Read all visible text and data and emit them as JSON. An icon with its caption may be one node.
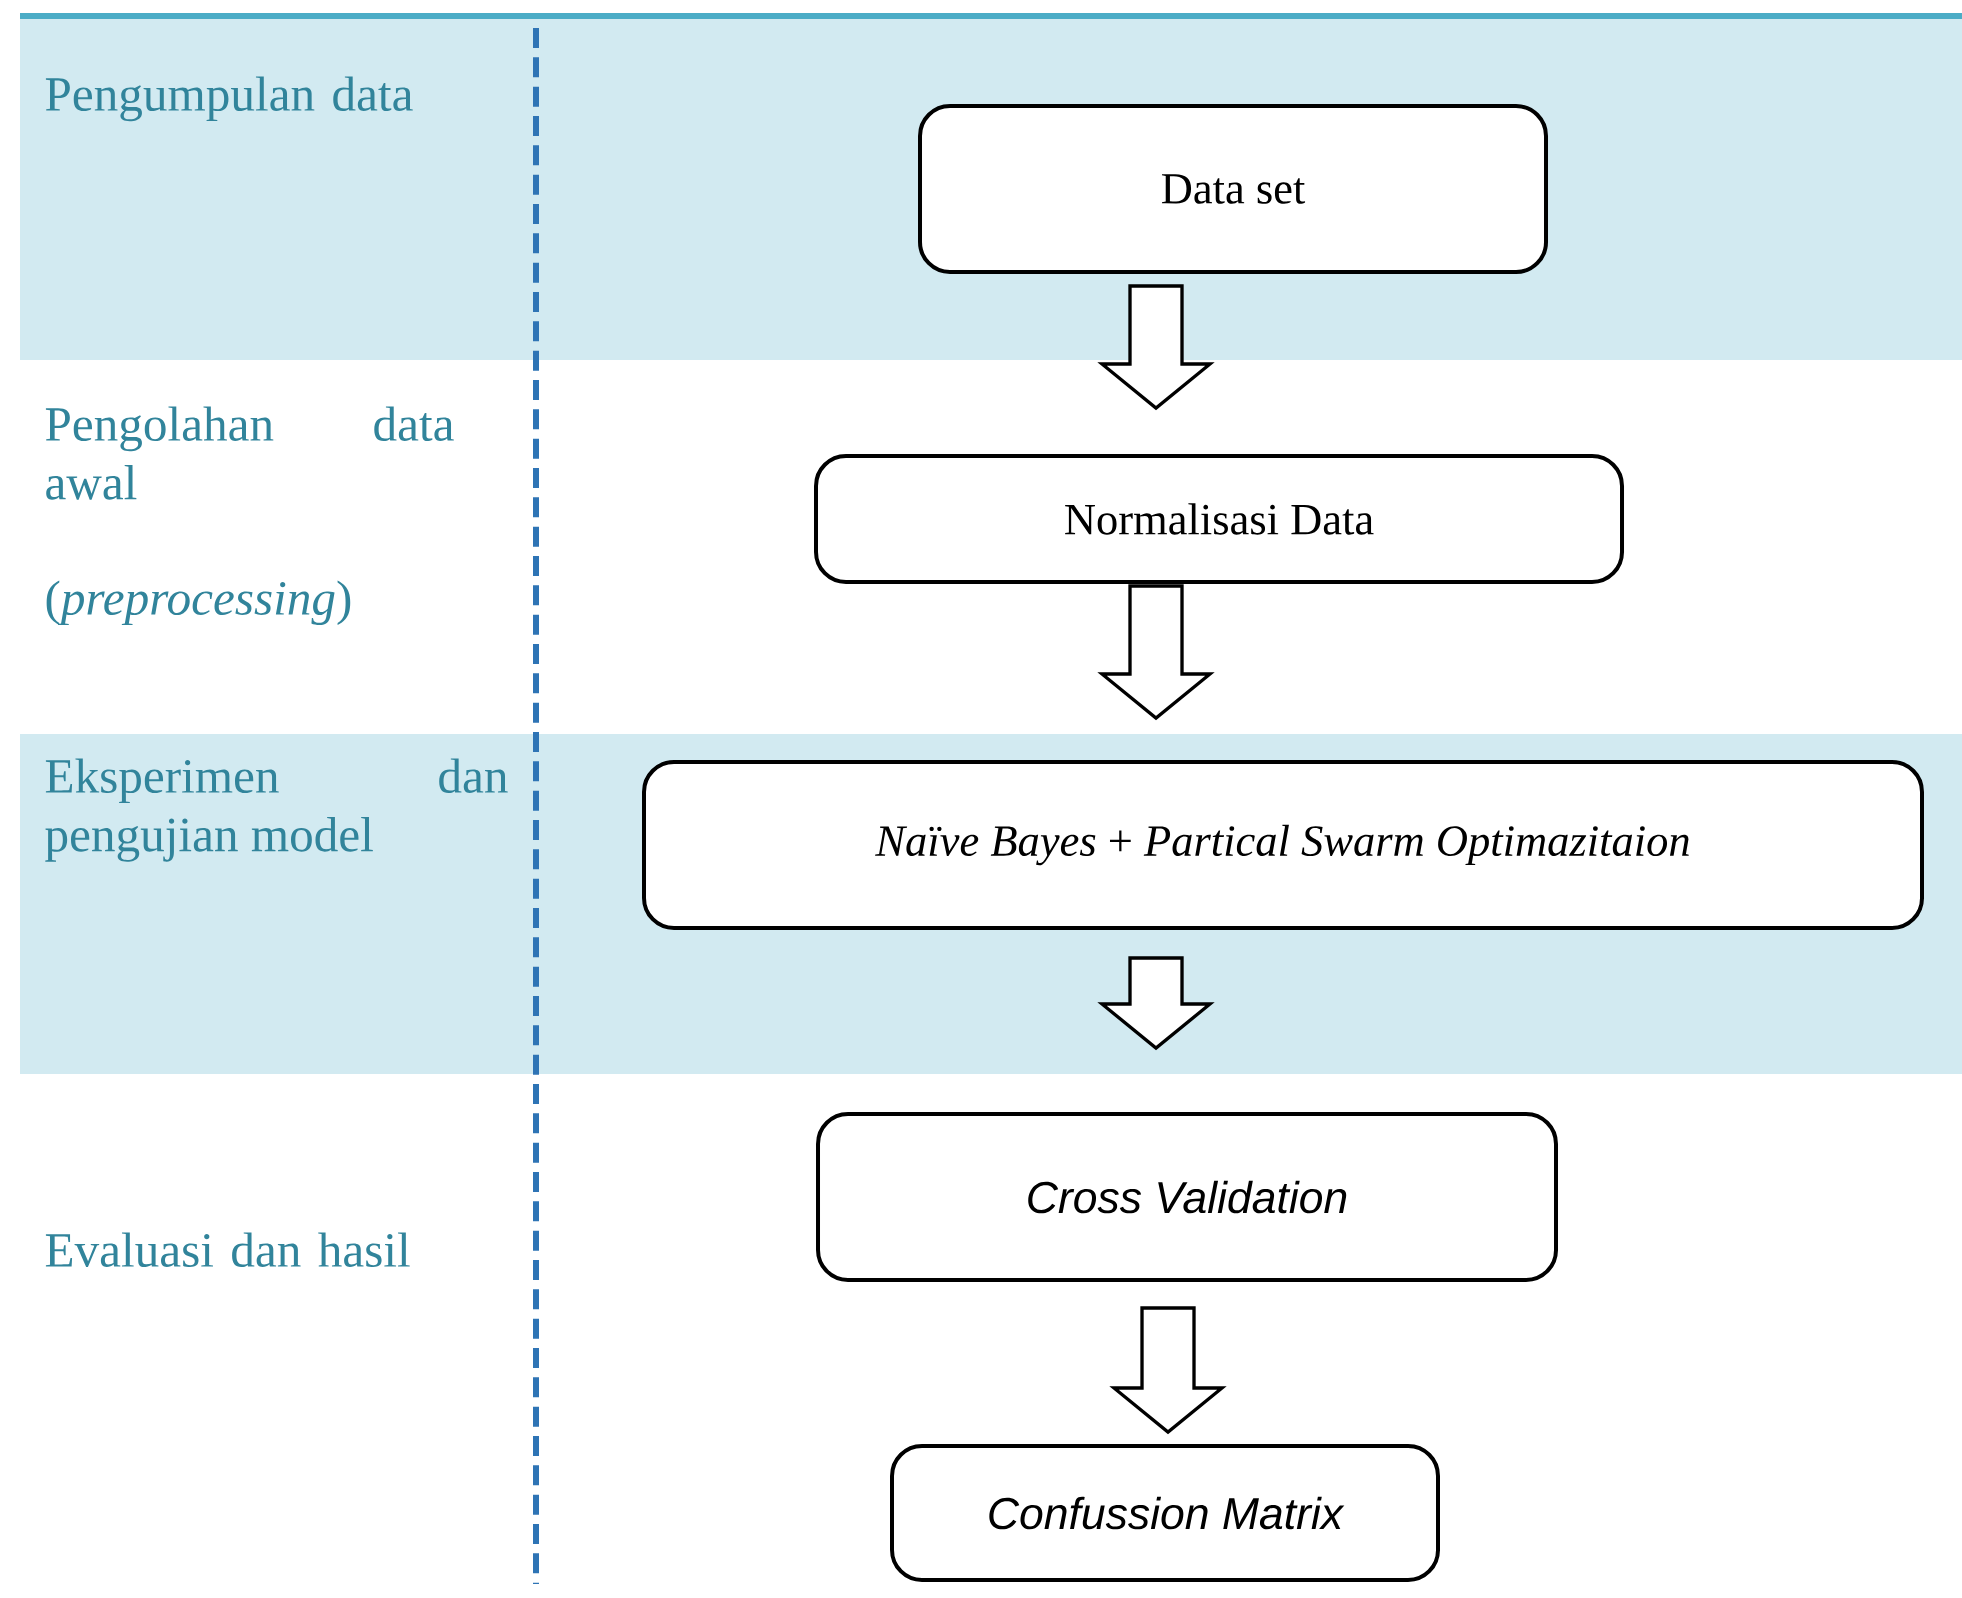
{
  "diagram": {
    "nodes": [
      {
        "text": [
          "Data set"
        ]
      },
      {
        "text": [
          "Normalisasi Data"
        ]
      },
      {
        "text": [
          "*Naïve Bayes* + *Partical Swarm Optimazitaion*"
        ]
      },
      {
        "text": [
          "Cross Validation"
        ]
      },
      {
        "text": [
          "Confussion Matrix"
        ]
      }
    ],
    "edges": [
      {
        "from": 0,
        "to": 1,
        "arrow": "to"
      },
      {
        "from": 1,
        "to": 2,
        "arrow": "to"
      },
      {
        "from": 2,
        "to": 3,
        "arrow": "to"
      },
      {
        "from": 3,
        "to": 4,
        "arrow": "to"
      }
    ],
    "labels": [
      "Pengumpulan data",
      "Pengolahan data awal",
      "(*preprocessing*)",
      "Eksperimen dan pengujian model",
      "Evaluasi dan hasil"
    ]
  }
}
